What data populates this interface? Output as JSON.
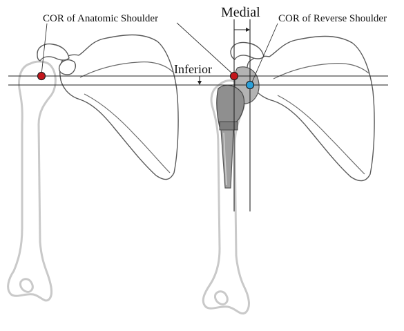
{
  "labels": {
    "cor_anatomic": "COR of Anatomic  Shoulder",
    "cor_reverse": "COR of Reverse Shoulder",
    "medial": "Medial",
    "inferior": "Inferior"
  },
  "colors": {
    "anatomic_marker": "#c4161c",
    "reverse_marker": "#2b9fd8",
    "bone_outline": "#c9c9c9",
    "scapula_outline": "#5a5a5a",
    "implant_gray": "#9a9a9a"
  }
}
